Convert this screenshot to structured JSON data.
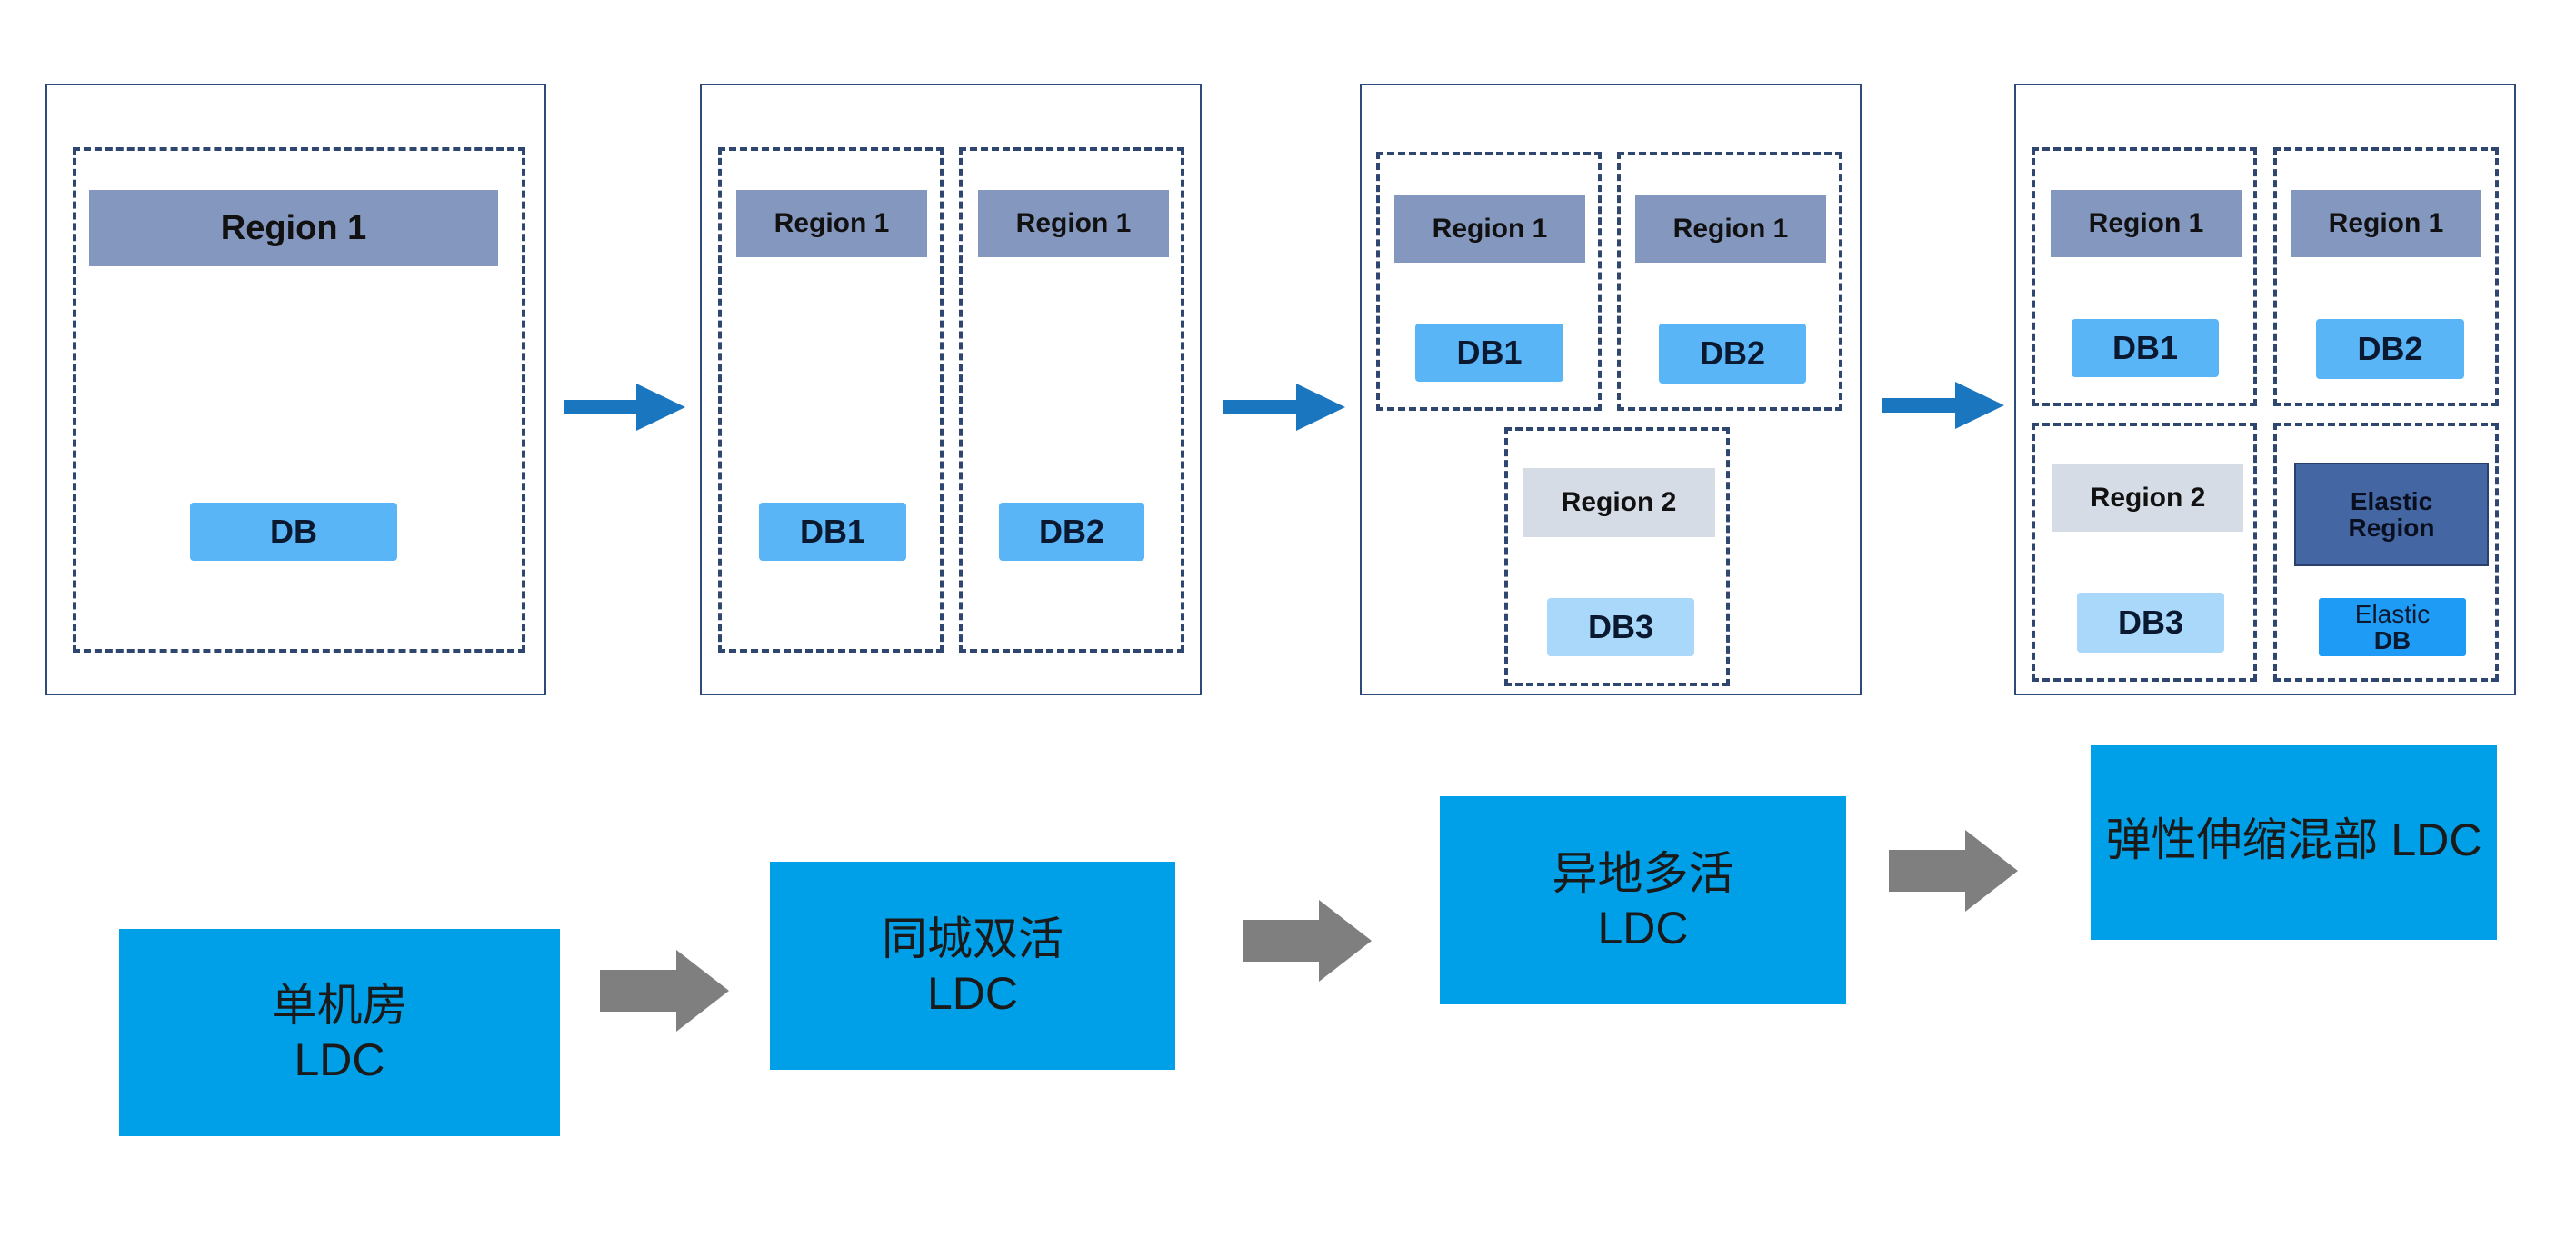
{
  "stage1": {
    "region": "Region 1",
    "db": "DB"
  },
  "stage2": {
    "region_a": "Region 1",
    "region_b": "Region 1",
    "db_a": "DB1",
    "db_b": "DB2"
  },
  "stage3": {
    "region_a": "Region 1",
    "region_b": "Region 1",
    "region_c": "Region 2",
    "db_a": "DB1",
    "db_b": "DB2",
    "db_c": "DB3"
  },
  "stage4": {
    "region_a": "Region 1",
    "region_b": "Region 1",
    "region_c": "Region 2",
    "region_d_line1": "Elastic",
    "region_d_line2": "Region",
    "db_a": "DB1",
    "db_b": "DB2",
    "db_c": "DB3",
    "db_d_line1": "Elastic",
    "db_d_line2": "DB"
  },
  "ldc": {
    "stage1": {
      "line1": "单机房",
      "line2": "LDC"
    },
    "stage2": {
      "line1": "同城双活",
      "line2": "LDC"
    },
    "stage3": {
      "line1": "异地多活",
      "line2": "LDC"
    },
    "stage4": {
      "line1": "弹性伸缩混部 LDC"
    }
  },
  "colors": {
    "panel_border": "#2e4a7a",
    "region": "#8497bf",
    "region2": "#d6dce5",
    "elastic_region": "#4467a3",
    "db": "#5ab5f7",
    "db_light": "#a9d8fb",
    "db_elastic": "#1e9cf5",
    "ldc": "#00a0e8",
    "arrow_blue": "#1b76c0",
    "arrow_gray": "#7f7f7f"
  }
}
